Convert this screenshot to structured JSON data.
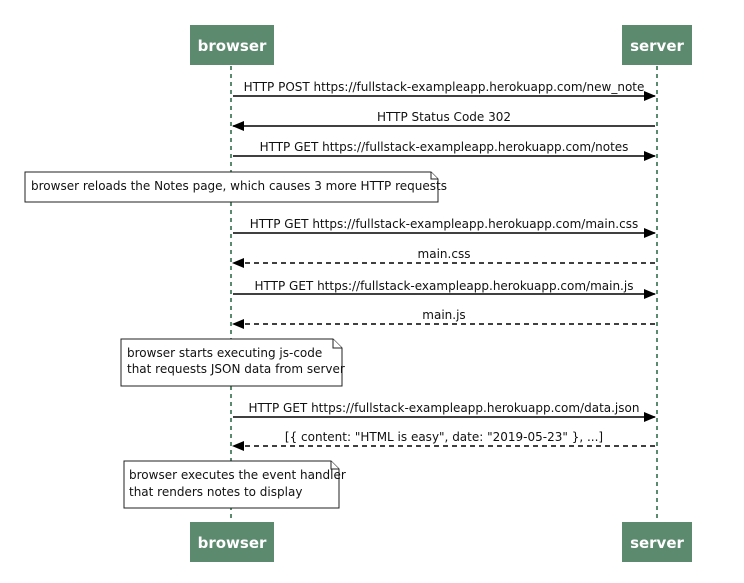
{
  "participants": {
    "left": "browser",
    "right": "server"
  },
  "messages": [
    {
      "text": "HTTP POST https://fullstack-exampleapp.herokuapp.com/new_note",
      "direction": "right",
      "dashed": false
    },
    {
      "text": "HTTP Status Code 302",
      "direction": "left",
      "dashed": false
    },
    {
      "text": "HTTP GET https://fullstack-exampleapp.herokuapp.com/notes",
      "direction": "right",
      "dashed": false
    },
    {
      "text": "HTTP GET https://fullstack-exampleapp.herokuapp.com/main.css",
      "direction": "right",
      "dashed": false
    },
    {
      "text": "main.css",
      "direction": "left",
      "dashed": true
    },
    {
      "text": "HTTP GET https://fullstack-exampleapp.herokuapp.com/main.js",
      "direction": "right",
      "dashed": false
    },
    {
      "text": "main.js",
      "direction": "left",
      "dashed": true
    },
    {
      "text": "HTTP GET https://fullstack-exampleapp.herokuapp.com/data.json",
      "direction": "right",
      "dashed": false
    },
    {
      "text": "[{ content: \"HTML is easy\", date: \"2019-05-23\" }, ...]",
      "direction": "left",
      "dashed": true
    }
  ],
  "notes": [
    {
      "lines": [
        "browser reloads the Notes page, which causes 3 more HTTP requests"
      ]
    },
    {
      "lines": [
        "browser starts executing js-code",
        "that requests JSON data from server"
      ]
    },
    {
      "lines": [
        "browser executes the event handler",
        "that renders notes to display"
      ]
    }
  ],
  "colors": {
    "participant": "#5c8a6e",
    "line": "#000000"
  }
}
